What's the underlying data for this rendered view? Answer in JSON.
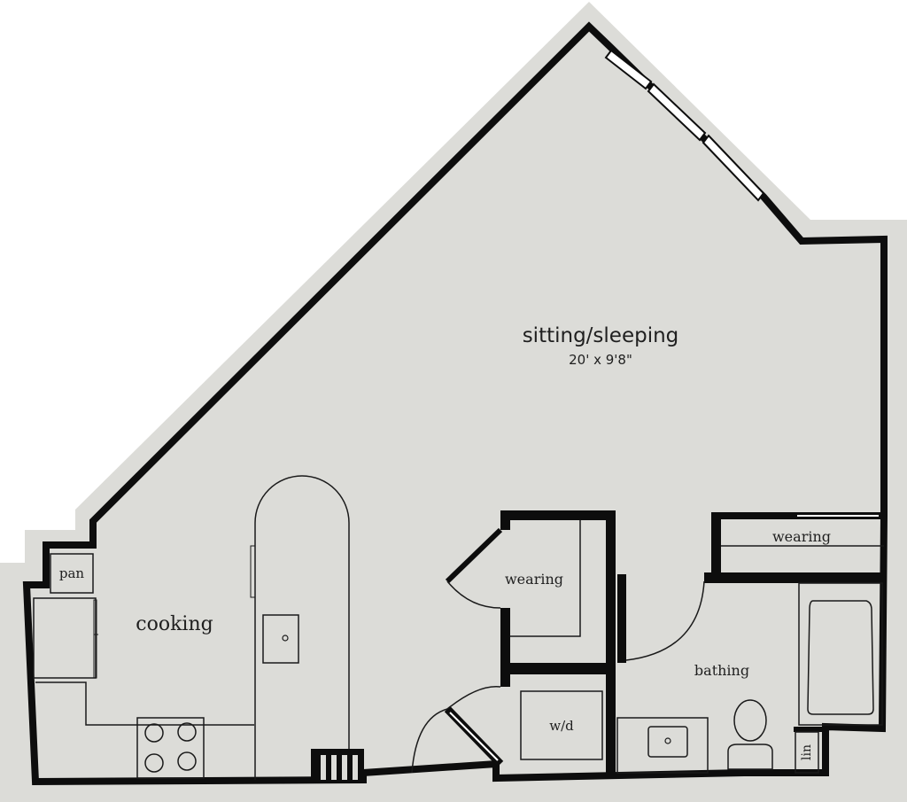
{
  "colors": {
    "background": "#ffffff",
    "halo": "#dcdcd8",
    "floor": "#dcdcd8",
    "wall": "#0d0d0d",
    "fixture_line": "#1a1a1a",
    "window_fill": "#ffffff"
  },
  "rooms": {
    "sitting": {
      "label": "sitting/sleeping",
      "dimensions": "20' x 9'8\""
    },
    "cooking": {
      "label": "cooking"
    },
    "pan": {
      "label": "pan"
    },
    "wearing_closet": {
      "label": "wearing"
    },
    "wearing_right": {
      "label": "wearing"
    },
    "bathing": {
      "label": "bathing"
    },
    "wd": {
      "label": "w/d"
    },
    "lin": {
      "label": "lin"
    }
  }
}
